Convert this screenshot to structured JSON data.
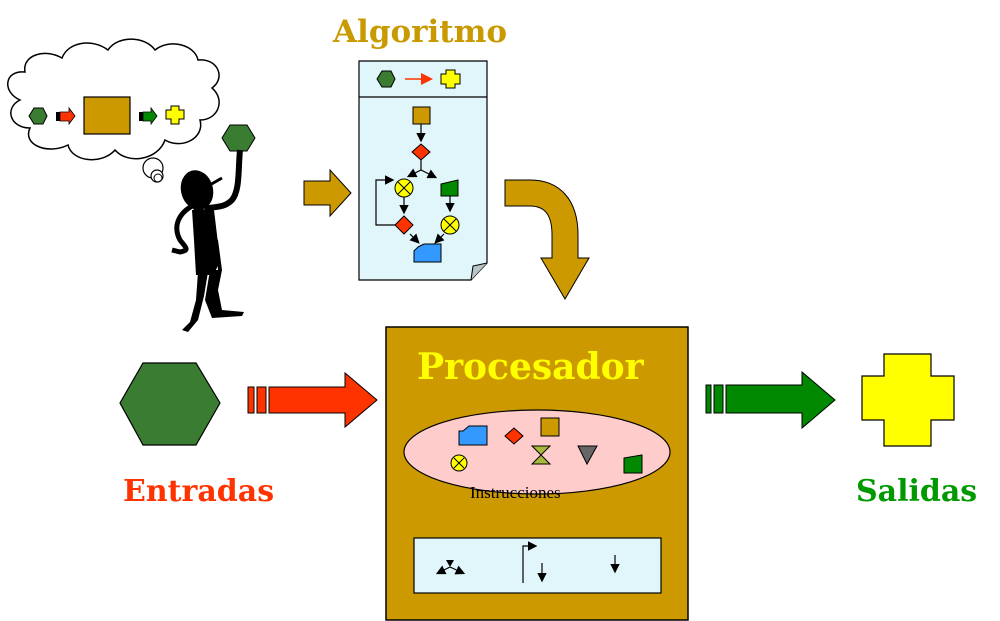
{
  "labels": {
    "algoritmo": "Algoritmo",
    "procesador": "Procesador",
    "entradas": "Entradas",
    "salidas": "Salidas",
    "instrucciones": "Instrucciones"
  },
  "colors": {
    "input_green": "#3a7d32",
    "output_yellow": "#ffff00",
    "processor_gold": "#cc9900",
    "entradas_red": "#ff3300",
    "salidas_green": "#009900",
    "document_bg": "#e0f6fa",
    "instructions_pink": "#ffcccc",
    "flow_blue": "#3399ff",
    "flow_green": "#008800",
    "flow_red": "#ff3300",
    "decision_gray": "#666666",
    "hourglass_olive": "#a8b838"
  },
  "thought_bubble": {
    "sequence": [
      "hexagon-input",
      "red-arrow",
      "processor-box",
      "green-arrow",
      "cross-output"
    ]
  },
  "algorithm_document": {
    "header": [
      "hexagon",
      "red-arrow",
      "cross"
    ],
    "flow_nodes": [
      "square-start",
      "diamond",
      "xor-circle",
      "parallelogram",
      "diamond",
      "xor-circle",
      "folder-end"
    ]
  },
  "instructions_shapes": [
    "blue-folder",
    "red-diamond",
    "gold-square",
    "yellow-xor-circle",
    "olive-hourglass",
    "gray-triangle",
    "green-parallelogram"
  ],
  "control_shapes": [
    "branch-arrows",
    "jump-arrow",
    "down-arrow"
  ]
}
